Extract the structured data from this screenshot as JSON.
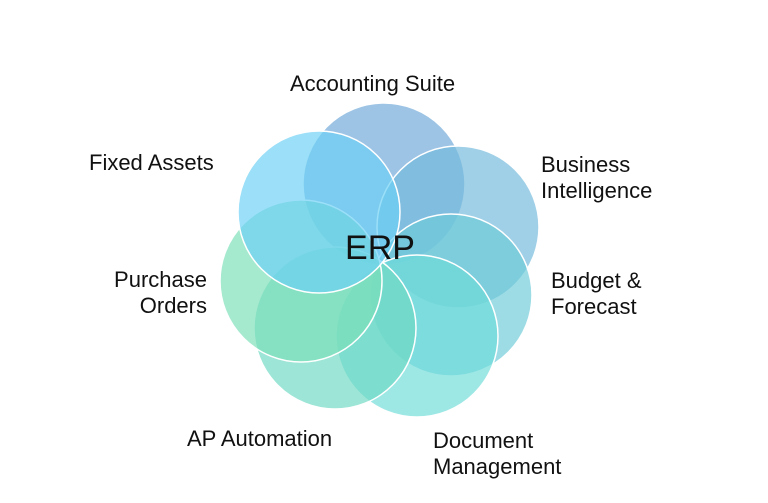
{
  "diagram": {
    "center_label": "ERP",
    "petals": [
      {
        "label_lines": [
          "Accounting Suite"
        ],
        "color": "#6FA8D8"
      },
      {
        "label_lines": [
          "Business",
          "Intelligence"
        ],
        "color": "#73B9DB"
      },
      {
        "label_lines": [
          "Budget &",
          "Forecast"
        ],
        "color": "#6FCCD8"
      },
      {
        "label_lines": [
          "Document",
          "Management"
        ],
        "color": "#6FDCD8"
      },
      {
        "label_lines": [
          "AP Automation"
        ],
        "color": "#6ED9C3"
      },
      {
        "label_lines": [
          "Purchase",
          "Orders"
        ],
        "color": "#7ADFB8"
      },
      {
        "label_lines": [
          "Fixed Assets"
        ],
        "color": "#6CD0F5"
      }
    ]
  }
}
